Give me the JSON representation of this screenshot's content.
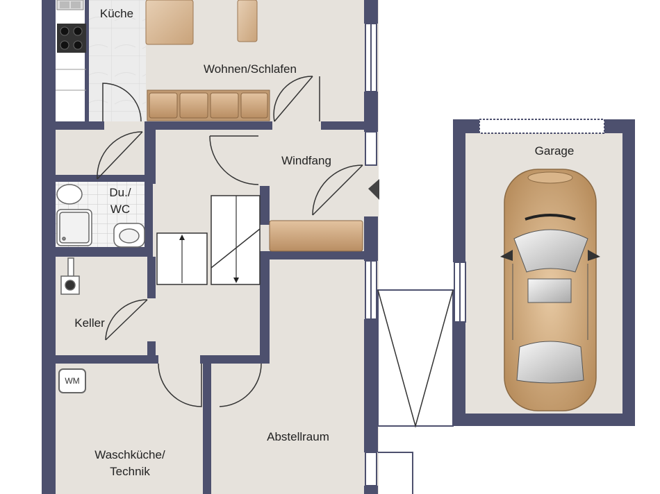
{
  "rooms": {
    "kueche": "Küche",
    "wohnen": "Wohnen/Schlafen",
    "windfang": "Windfang",
    "garage": "Garage",
    "du_wc": "Du./\nWC",
    "keller": "Keller",
    "abstellraum": "Abstellraum",
    "waschkueche": "Waschküche/\nTechnik"
  },
  "fixtures": {
    "washing_machine": "WM"
  },
  "colors": {
    "wall": "#4d506e",
    "floor": "#e6e2dc",
    "tile": "#f2f2f2",
    "furniture": "#d9bb9a",
    "car_body": "#cfa577",
    "outside": "#ffffff"
  }
}
